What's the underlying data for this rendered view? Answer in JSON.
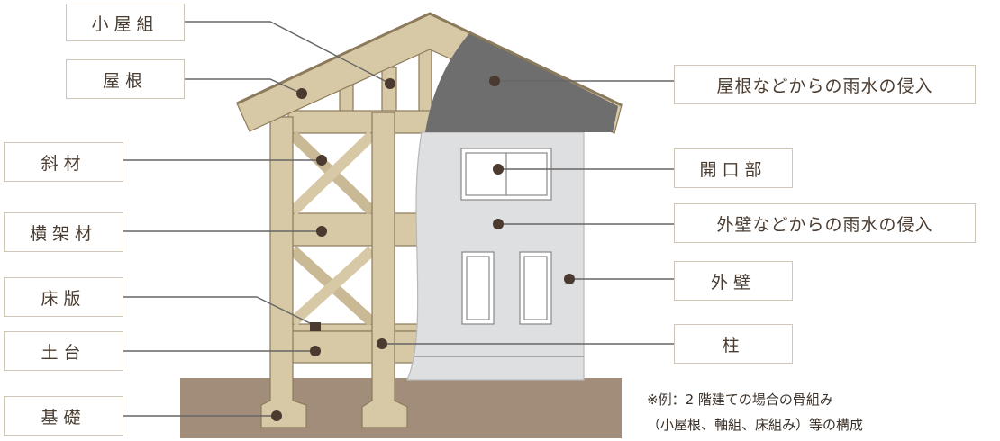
{
  "labels_left": [
    "小屋組",
    "屋根",
    "斜材",
    "横架材",
    "床版",
    "土台",
    "基礎"
  ],
  "labels_right": [
    "屋根などからの雨水の侵入",
    "開口部",
    "外壁などからの雨水の侵入",
    "外壁",
    "柱"
  ],
  "note": [
    "※例：2 階建ての場合の骨組み",
    "（小屋根、軸組、床組み）等の構成"
  ],
  "colors": {
    "wood": "#d8c9a6",
    "wood_edge": "#8c7a5c",
    "ground": "#a28d7a",
    "wall": "#dedfe0",
    "roof_dark": "#6e6e6e",
    "dot": "#4a3a30",
    "leader": "#666666",
    "label_border": "#cfc6b8"
  }
}
